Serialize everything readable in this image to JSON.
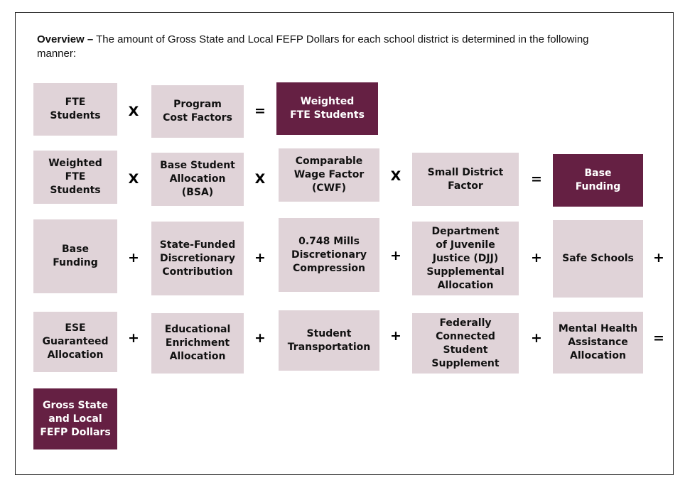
{
  "intro": {
    "bold": "Overview –",
    "text": " The amount of Gross State and Local FEFP Dollars for each school district is determined in the following manner:"
  },
  "colors": {
    "light_box": "#e0d3d8",
    "dark_box": "#652043"
  },
  "boxes": {
    "fte_students": "FTE\nStudents",
    "program_cost_factors": "Program\nCost Factors",
    "weighted_fte_1": "Weighted\nFTE Students",
    "weighted_fte_2": "Weighted\nFTE\nStudents",
    "bsa": "Base Student\nAllocation\n(BSA)",
    "cwf": "Comparable\nWage Factor\n(CWF)",
    "small_district": "Small District\nFactor",
    "base_funding_1": "Base\nFunding",
    "base_funding_2": "Base\nFunding",
    "state_funded": "State-Funded\nDiscretionary\nContribution",
    "mills": "0.748 Mills\nDiscretionary\nCompression",
    "djj": "Department\nof Juvenile\nJustice (DJJ)\nSupplemental\nAllocation",
    "safe_schools": "Safe Schools",
    "ese": "ESE\nGuaranteed\nAllocation",
    "educational_enrichment": "Educational\nEnrichment\nAllocation",
    "student_transportation": "Student\nTransportation",
    "federally_connected": "Federally\nConnected\nStudent\nSupplement",
    "mental_health": "Mental Health\nAssistance\nAllocation",
    "gross": "Gross State\nand Local\nFEFP Dollars"
  },
  "operators": {
    "times": "X",
    "plus": "+",
    "equals": "="
  }
}
